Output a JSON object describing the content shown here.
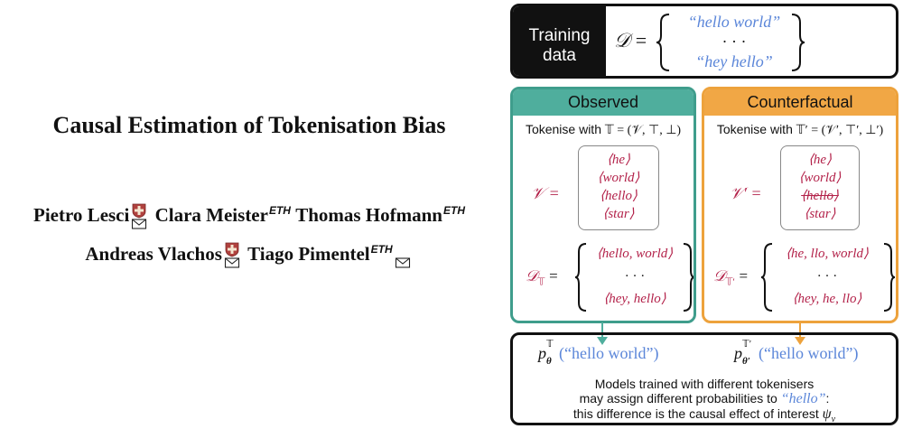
{
  "left": {
    "title": "Causal Estimation of Tokenisation Bias",
    "authors_line1": [
      {
        "name": "Pietro Lesci",
        "affil": "cambridge"
      },
      {
        "name": "Clara Meister",
        "affil": "ETH"
      },
      {
        "name": "Thomas Hofmann",
        "affil": "ETH"
      }
    ],
    "authors_line2": [
      {
        "name": "Andreas Vlachos",
        "affil": "cambridge"
      },
      {
        "name": "Tiago Pimentel",
        "affil": "ETH"
      }
    ],
    "eth_mark": "ETH"
  },
  "training": {
    "label": "Training\ndata",
    "set_symbol": "𝒟",
    "eq": "=",
    "item1": "“hello world”",
    "dots": "· · ·",
    "item2": "“hey hello”"
  },
  "observed": {
    "header": "Observed",
    "tokenise_prefix": "Tokenise with ",
    "tokenise_math": "𝕋 = (𝒱, ⊤, ⊥)",
    "vocab_symbol": "𝒱 =",
    "vocab": [
      "⟨he⟩",
      "⟨world⟩",
      "⟨hello⟩",
      "⟨star⟩"
    ],
    "data_symbol": "𝒟",
    "data_sub": "𝕋",
    "data_eq": "=",
    "data_items": [
      "⟨hello, world⟩",
      "· · ·",
      "⟨hey, hello⟩"
    ]
  },
  "counterfactual": {
    "header": "Counterfactual",
    "tokenise_prefix": "Tokenise with ",
    "tokenise_math": "𝕋′ = (𝒱′, ⊤′, ⊥′)",
    "vocab_symbol": "𝒱′ =",
    "vocab": [
      "⟨he⟩",
      "⟨world⟩",
      "⟨hello⟩",
      "⟨star⟩"
    ],
    "struck_index": 2,
    "data_symbol": "𝒟",
    "data_sub": "𝕋′",
    "data_eq": "=",
    "data_items": [
      "⟨he, llo, world⟩",
      "· · ·",
      "⟨hey, he, llo⟩"
    ]
  },
  "bottom": {
    "prob1_p": "p",
    "prob1_sup": "𝕋",
    "prob1_sub": "θ",
    "prob1_arg": "(“hello world”)",
    "prob2_p": "p",
    "prob2_sup": "𝕋′",
    "prob2_sub": "θ′",
    "prob2_arg": "(“hello world”)",
    "text_line1": "Models trained with different tokenisers",
    "text_line2_pre": "may assign different probabilities to ",
    "text_line2_word": "“hello”",
    "text_line2_post": ":",
    "text_line3_pre": "this difference is the causal effect of interest ",
    "text_line3_math": "ψ",
    "text_line3_sub": "v"
  },
  "colors": {
    "observed": "#4fae9d",
    "counterfactual": "#f1a745",
    "blue_text": "#5b86d9",
    "red_text": "#b3224a"
  }
}
